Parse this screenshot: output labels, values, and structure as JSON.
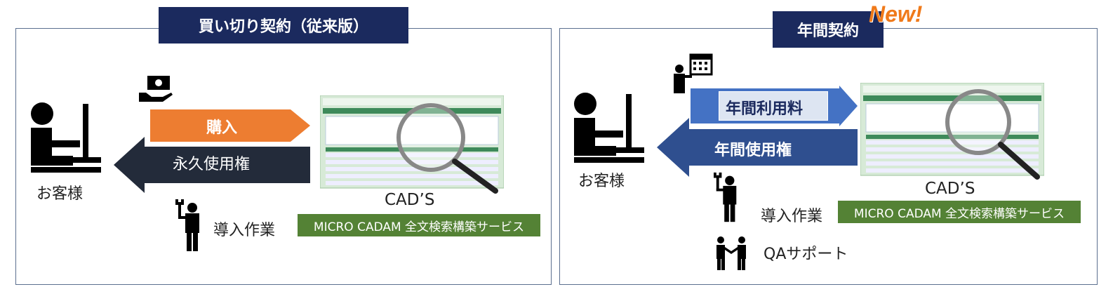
{
  "left": {
    "title": "買い切り契約（従来版）",
    "purchase_label": "購入",
    "license_label": "永久使用権",
    "customer_label": "お客様",
    "product_label": "CAD’S",
    "setup_label": "導入作業",
    "service_label": "MICRO CADAM 全文検索構築サービス"
  },
  "right": {
    "title": "年間契約",
    "new_badge": "New!",
    "fee_label": "年間利用料",
    "license_label": "年間使用権",
    "customer_label": "お客様",
    "product_label": "CAD’S",
    "setup_label": "導入作業",
    "service_label": "MICRO CADAM 全文検索構築サービス",
    "support_label": "QAサポート"
  },
  "colors": {
    "title_bg": "#1b2a5e",
    "orange": "#ed7d31",
    "dark_arrow": "#232b3a",
    "blue_arrow": "#4472c4",
    "navy_arrow": "#2f4f8f",
    "green": "#548235",
    "new": "#f07a1a"
  },
  "icons": [
    "customer-icon",
    "money-hand-icon",
    "worker-icon",
    "calendar-person-icon",
    "handshake-icon",
    "magnifier-icon",
    "software-screenshot"
  ]
}
